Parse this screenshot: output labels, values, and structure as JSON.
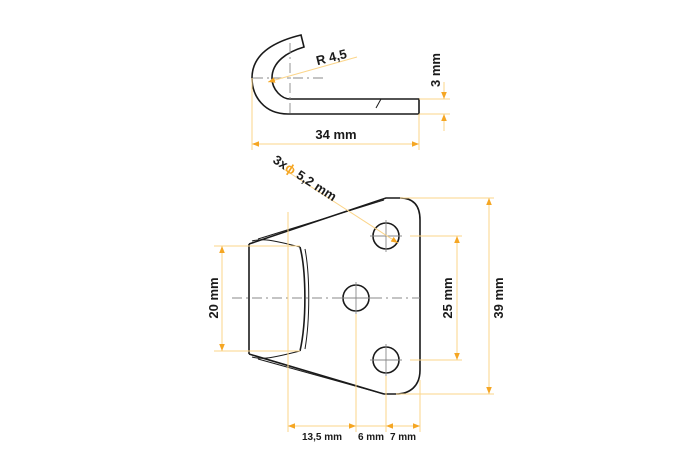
{
  "drawing": {
    "side_view": {
      "radius_label": "R 4,5",
      "thickness_label": "3 mm",
      "length_label": "34 mm"
    },
    "front_view": {
      "holes_prefix": "3x",
      "holes_symbol": "ϕ",
      "holes_label": " 5,2 mm",
      "height_inner_label": "20 mm",
      "hole_spacing_label": "25 mm",
      "overall_height_label": "39 mm",
      "bottom_dims": [
        "13,5 mm",
        "6 mm",
        "7 mm"
      ]
    }
  },
  "colors": {
    "outline": "#1a1a1a",
    "dimension_line": "#fbd58a",
    "dimension_arrow": "#f5a623",
    "centerline": "#888888"
  }
}
